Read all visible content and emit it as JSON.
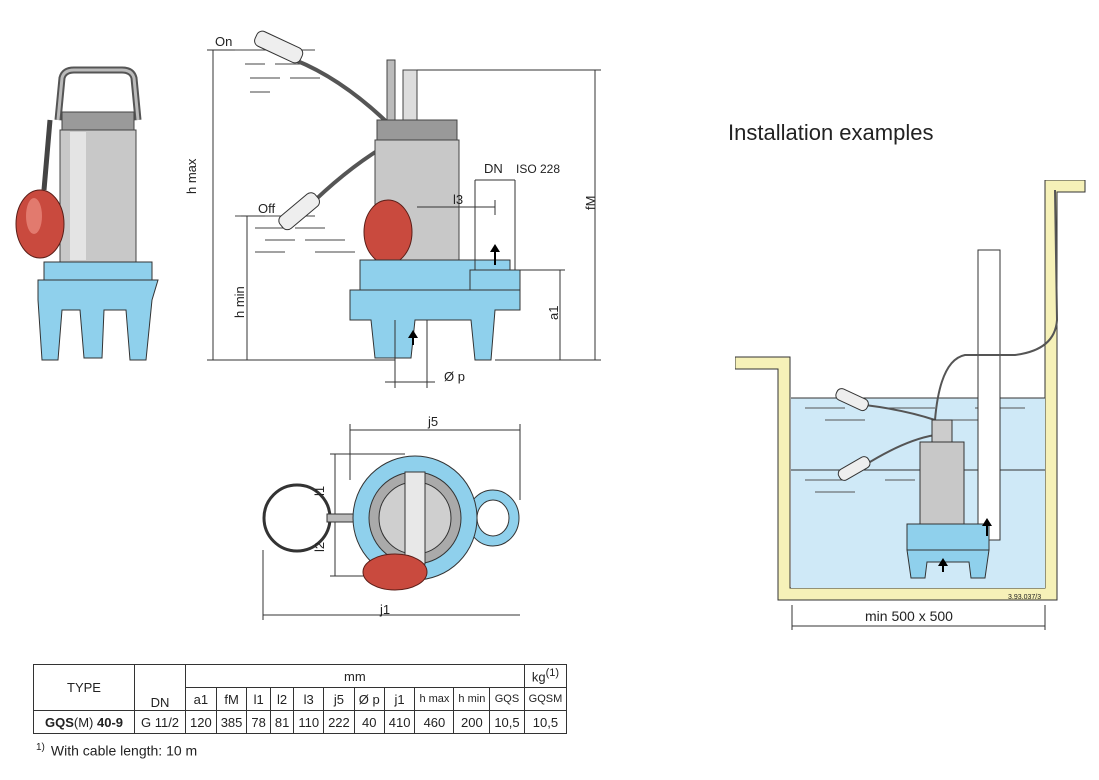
{
  "labels": {
    "on": "On",
    "off": "Off",
    "h_max": "h max",
    "h_min": "h min",
    "dn": "DN",
    "iso": "ISO 228",
    "l3": "l3",
    "fM": "fM",
    "a1": "a1",
    "dia_p": "Ø p",
    "j5": "j5",
    "l1": "l1",
    "l2": "l2",
    "j1": "j1",
    "min_size": "min 500 x 500",
    "ref_code": "3.93.037/3"
  },
  "installation_title": "Installation examples",
  "table": {
    "type_header": "TYPE",
    "mm_header": "mm",
    "kg_header": "kg",
    "kg_sup": "(1)",
    "columns": [
      "DN",
      "a1",
      "fM",
      "l1",
      "l2",
      "l3",
      "j5",
      "Ø p",
      "j1",
      "h max",
      "h min",
      "GQS",
      "GQSM"
    ],
    "row": {
      "type_bold": "GQS",
      "type_mid": "(M) ",
      "type_bold2": "40-9",
      "values": [
        "G 11/2",
        "120",
        "385",
        "78",
        "81",
        "110",
        "222",
        "40",
        "410",
        "460",
        "200",
        "10,5",
        "10,5"
      ]
    }
  },
  "footnote": {
    "marker": "1)",
    "text": "With cable length: 10 m"
  },
  "colors": {
    "pump_blue": "#8fd0ec",
    "float_red": "#c94a3e",
    "motor_grey": "#c8c8c8",
    "water": "#cfe9f7",
    "wall": "#f6f1b8"
  }
}
